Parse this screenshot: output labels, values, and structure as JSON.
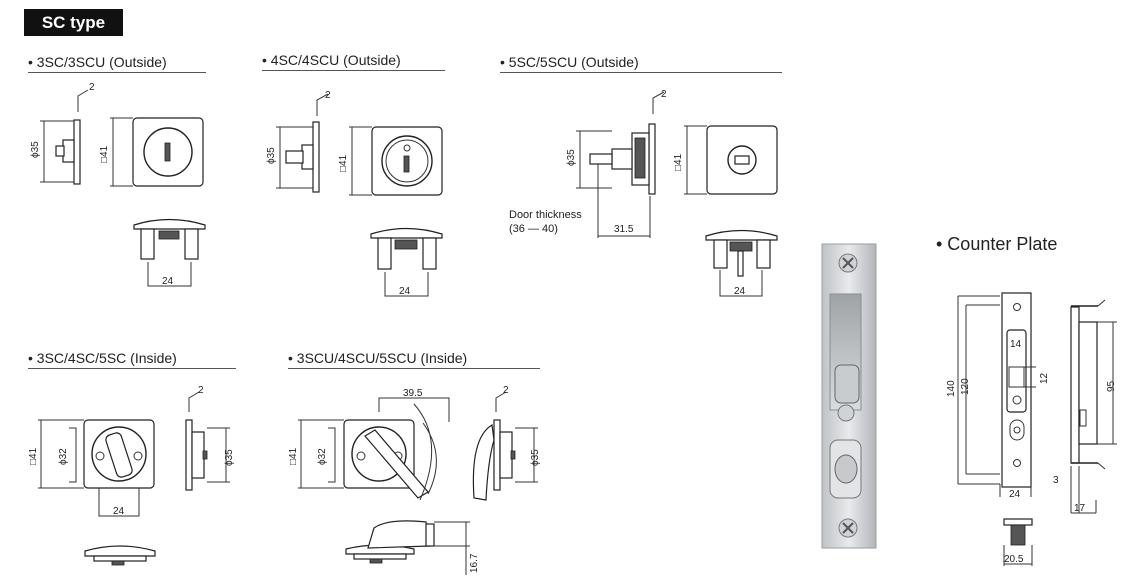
{
  "header": {
    "badge": "SC type"
  },
  "sections": {
    "outside_3sc": "• 3SC/3SCU (Outside)",
    "outside_4sc": "• 4SC/4SCU (Outside)",
    "outside_5sc": "• 5SC/5SCU (Outside)",
    "inside_sc": "• 3SC/4SC/5SC (Inside)",
    "inside_scu": "• 3SCU/4SCU/5SCU (Inside)",
    "counter_plate": "• Counter Plate"
  },
  "dims": {
    "d2": "2",
    "d35": "ϕ35",
    "d41": "□41",
    "d24": "24",
    "d32": "ϕ32",
    "d31_5": "31.5",
    "d39_5": "39.5",
    "d16_7": "16.7",
    "door_thickness": "Door thickness",
    "door_range": "(36 — 40)",
    "cp_140": "140",
    "cp_120": "120",
    "cp_14": "14",
    "cp_12": "12",
    "cp_95": "95",
    "cp_24": "24",
    "cp_3": "3",
    "cp_17": "17",
    "cp_20_5": "20.5"
  }
}
